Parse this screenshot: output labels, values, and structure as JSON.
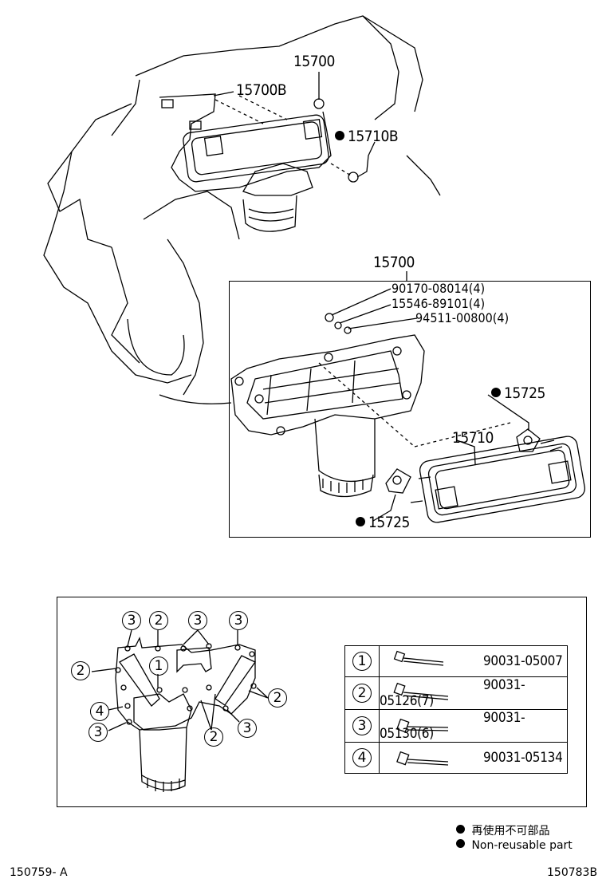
{
  "top_labels": {
    "assembly": "15700",
    "bracket": "15700B",
    "gasket_top": "15710B"
  },
  "detail_labels": {
    "assembly": "15700",
    "part1": "90170-08014(4)",
    "part2": "15546-89101(4)",
    "part3": "94511-00800(4)",
    "gasket_a": "15725",
    "cooler": "15710",
    "gasket_b": "15725"
  },
  "callouts": [
    "1",
    "2",
    "3",
    "4"
  ],
  "bolts": [
    {
      "num": "1",
      "part": "90031-05007"
    },
    {
      "num": "2",
      "part": "90031-05126(7)"
    },
    {
      "num": "3",
      "part": "90031-05130(6)"
    },
    {
      "num": "4",
      "part": "90031-05134"
    }
  ],
  "legend": {
    "jp": "再使用不可部品",
    "en": "Non-reusable part"
  },
  "footer": {
    "left": "150759- A",
    "right": "150783B"
  }
}
